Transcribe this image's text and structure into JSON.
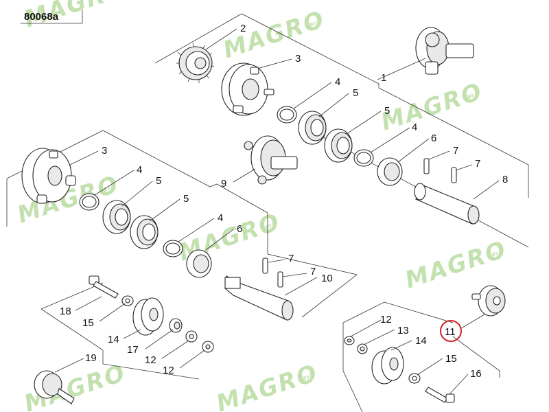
{
  "diagram_code": "80068a",
  "watermark": {
    "brand": "MAGRO",
    "suffix": ".BY",
    "color": "#b9dca0"
  },
  "highlight_color": "#d22020",
  "callouts": [
    {
      "id": "c2",
      "text": "2"
    },
    {
      "id": "c3a",
      "text": "3"
    },
    {
      "id": "c1",
      "text": "1"
    },
    {
      "id": "c4a",
      "text": "4"
    },
    {
      "id": "c5a",
      "text": "5"
    },
    {
      "id": "c5b",
      "text": "5"
    },
    {
      "id": "c4b",
      "text": "4"
    },
    {
      "id": "c6a",
      "text": "6"
    },
    {
      "id": "c7a",
      "text": "7"
    },
    {
      "id": "c7b",
      "text": "7"
    },
    {
      "id": "c8",
      "text": "8"
    },
    {
      "id": "c9",
      "text": "9"
    },
    {
      "id": "c3b",
      "text": "3"
    },
    {
      "id": "c4c",
      "text": "4"
    },
    {
      "id": "c5c",
      "text": "5"
    },
    {
      "id": "c5d",
      "text": "5"
    },
    {
      "id": "c4d",
      "text": "4"
    },
    {
      "id": "c6b",
      "text": "6"
    },
    {
      "id": "c7c",
      "text": "7"
    },
    {
      "id": "c7d",
      "text": "7"
    },
    {
      "id": "c10",
      "text": "10"
    },
    {
      "id": "c18",
      "text": "18"
    },
    {
      "id": "c15a",
      "text": "15"
    },
    {
      "id": "c14a",
      "text": "14"
    },
    {
      "id": "c17",
      "text": "17"
    },
    {
      "id": "c12a",
      "text": "12"
    },
    {
      "id": "c12b",
      "text": "12"
    },
    {
      "id": "c19",
      "text": "19"
    },
    {
      "id": "c12c",
      "text": "12"
    },
    {
      "id": "c13",
      "text": "13"
    },
    {
      "id": "c14b",
      "text": "14"
    },
    {
      "id": "c11",
      "text": "11"
    },
    {
      "id": "c15b",
      "text": "15"
    },
    {
      "id": "c16",
      "text": "16"
    }
  ]
}
